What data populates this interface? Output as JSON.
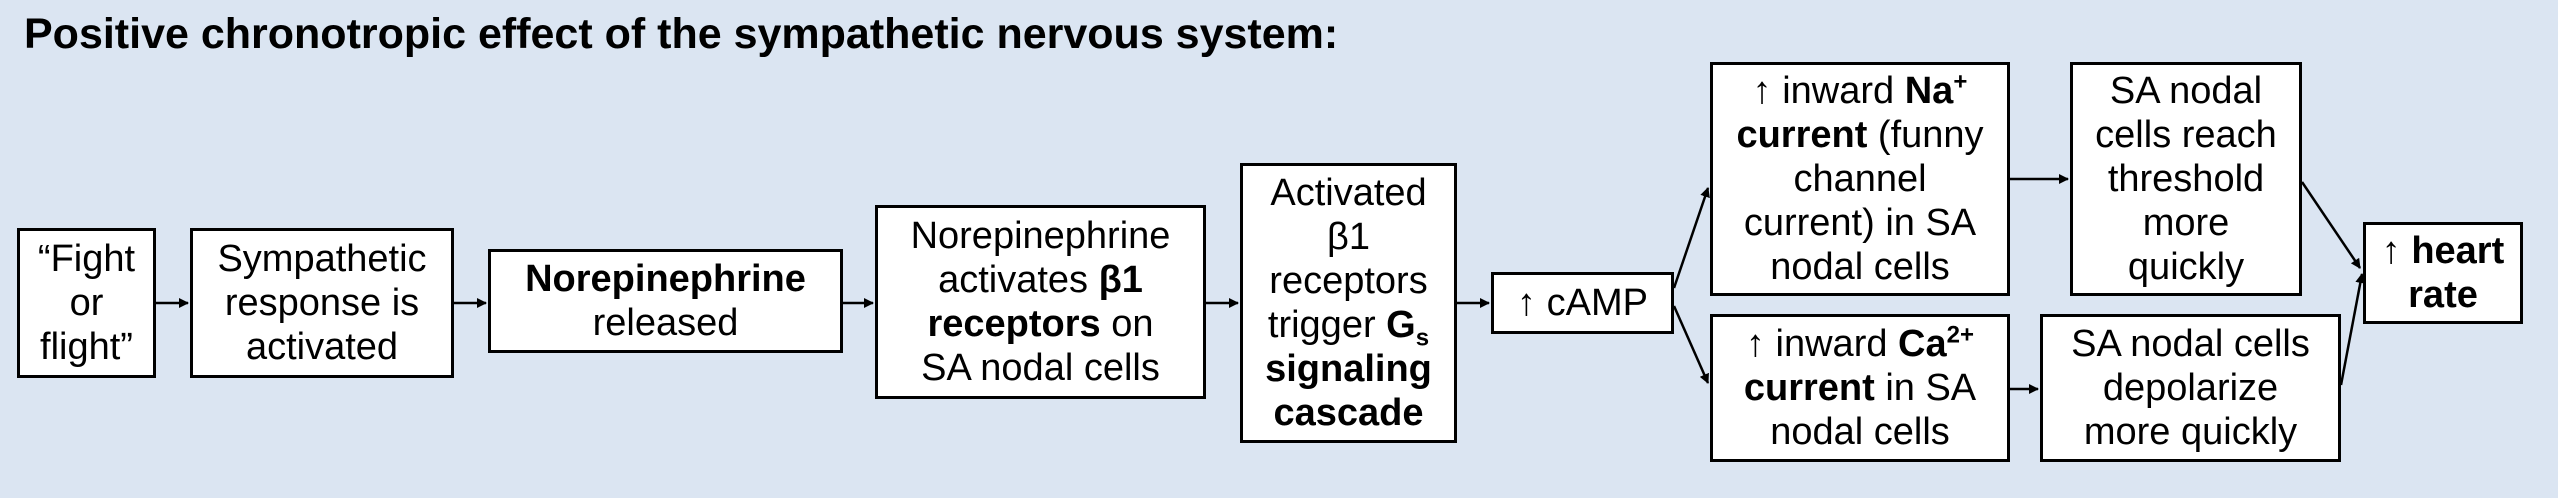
{
  "title": "Positive chronotropic effect of the sympathetic nervous system:",
  "nodes": {
    "fight": {
      "l1": "“Fight",
      "l2": "or",
      "l3": "flight”"
    },
    "symp": {
      "l1": "Sympathetic",
      "l2": "response is",
      "l3": "activated"
    },
    "ne": {
      "l1": "Norepinephrine",
      "l2": "released"
    },
    "ne_b1": {
      "l1": "Norepinephrine",
      "l2a": "activates ",
      "l2b": "β1",
      "l3a": "receptors",
      "l3b": " on",
      "l4": "SA nodal cells"
    },
    "b1": {
      "l1": "Activated",
      "l2": "β1",
      "l3": "receptors",
      "l4a": "trigger ",
      "l4b": "G",
      "l4sub": "s",
      "l5": "signaling",
      "l6": "cascade"
    },
    "camp": {
      "l1": "↑ cAMP"
    },
    "na": {
      "l1a": "↑ inward ",
      "l1b": "Na",
      "l1sup": "+",
      "l2a": "current",
      "l2b": " (funny",
      "l3": "channel",
      "l4": "current) in SA",
      "l5": "nodal cells"
    },
    "ca": {
      "l1a": "↑ inward ",
      "l1b": "Ca",
      "l1sup": "2+",
      "l2a": "current",
      "l2b": " in SA",
      "l3": "nodal cells"
    },
    "thresh": {
      "l1": "SA nodal",
      "l2": "cells reach",
      "l3": "threshold",
      "l4": "more",
      "l5": "quickly"
    },
    "depol": {
      "l1": "SA nodal cells",
      "l2": "depolarize",
      "l3": "more quickly"
    },
    "hr": {
      "l1a": "↑ ",
      "l1b": "heart",
      "l2": "rate"
    }
  }
}
